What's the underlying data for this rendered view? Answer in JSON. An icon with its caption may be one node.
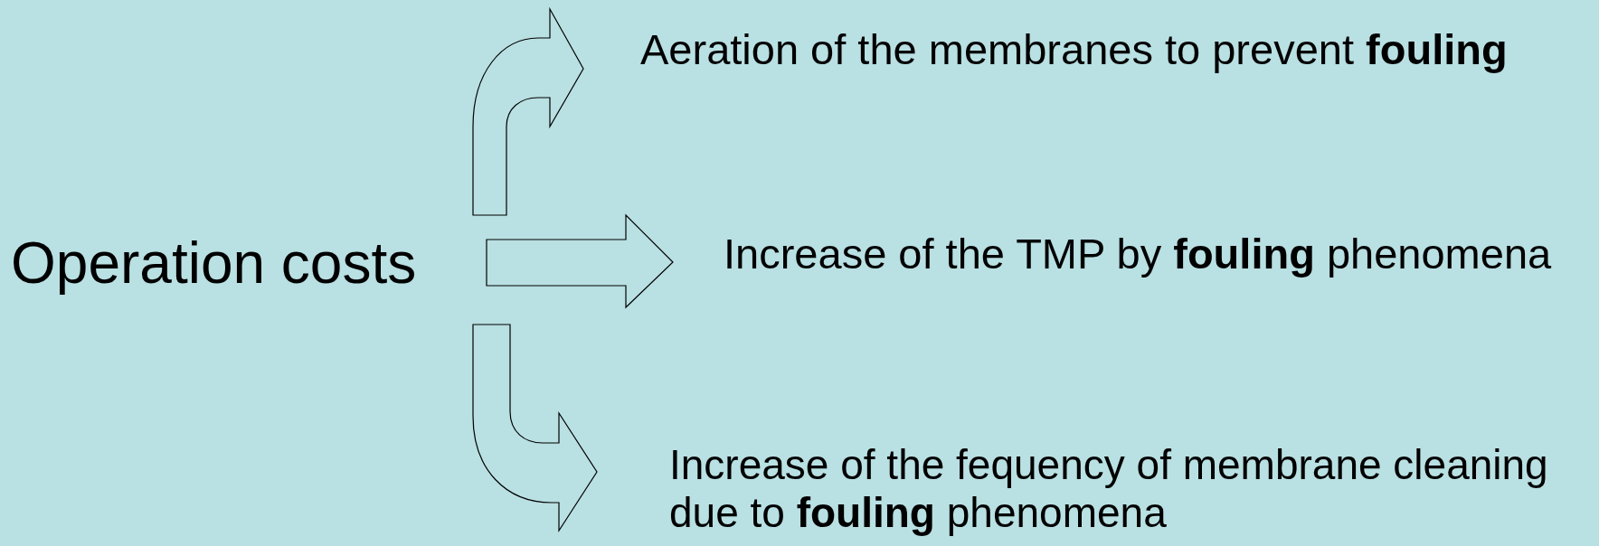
{
  "diagram": {
    "nodes": [
      {
        "text": [
          "Operation costs"
        ]
      },
      {
        "text": [
          "Aeration of the membranes to prevent **fouling**"
        ]
      },
      {
        "text": [
          "Increase of the TMP by **fouling** phenomena"
        ]
      },
      {
        "text": [
          "Increase of the fequency of membrane cleaning due to **fouling** phenomena"
        ]
      }
    ],
    "edges": [
      {
        "from": 0,
        "to": 1,
        "arrow": "to"
      },
      {
        "from": 0,
        "to": 2,
        "arrow": "to"
      },
      {
        "from": 0,
        "to": 3,
        "arrow": "to"
      }
    ]
  }
}
